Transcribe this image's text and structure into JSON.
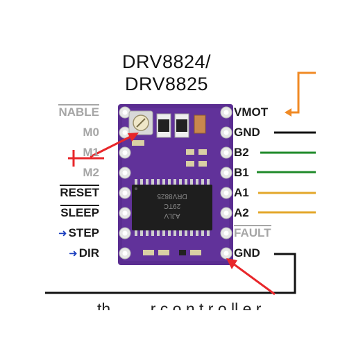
{
  "title_lines": [
    "DRV8824/",
    "DRV8825"
  ],
  "left_pins": [
    {
      "label": "NABLE",
      "overline": true,
      "color": "#a6a6a6"
    },
    {
      "label": "M0",
      "overline": false,
      "color": "#a6a6a6"
    },
    {
      "label": "M1",
      "overline": false,
      "color": "#a6a6a6"
    },
    {
      "label": "M2",
      "overline": false,
      "color": "#a6a6a6"
    },
    {
      "label": "RESET",
      "overline": true,
      "color": "#1a1a1a"
    },
    {
      "label": "SLEEP",
      "overline": true,
      "color": "#1a1a1a"
    },
    {
      "label": "STEP",
      "overline": false,
      "color": "#1a1a1a",
      "input_arrow": true
    },
    {
      "label": "DIR",
      "overline": false,
      "color": "#1a1a1a",
      "input_arrow": true
    }
  ],
  "right_pins": [
    {
      "label": "VMOT",
      "overline": false,
      "color": "#1a1a1a",
      "wire": "#f08a24"
    },
    {
      "label": "GND",
      "overline": false,
      "color": "#1a1a1a",
      "wire": "#111111"
    },
    {
      "label": "B2",
      "overline": false,
      "color": "#1a1a1a",
      "wire": "#1f8a2a"
    },
    {
      "label": "B1",
      "overline": false,
      "color": "#1a1a1a",
      "wire": "#1f8a2a"
    },
    {
      "label": "A1",
      "overline": false,
      "color": "#1a1a1a",
      "wire": "#e3a72a"
    },
    {
      "label": "A2",
      "overline": false,
      "color": "#1a1a1a",
      "wire": "#e3a72a"
    },
    {
      "label": "FAULT",
      "overline": true,
      "color": "#a6a6a6"
    },
    {
      "label": "GND",
      "overline": false,
      "color": "#1a1a1a",
      "wire": "#111111"
    }
  ],
  "chip_text": [
    "DRV8825",
    "29TC",
    "AJLV"
  ],
  "caption": "th     ... ... r c o n t r o ll e r",
  "colors": {
    "board": "#5a2d91",
    "annotation": "#e8262a",
    "input_arrow": "#1b3fbf"
  }
}
